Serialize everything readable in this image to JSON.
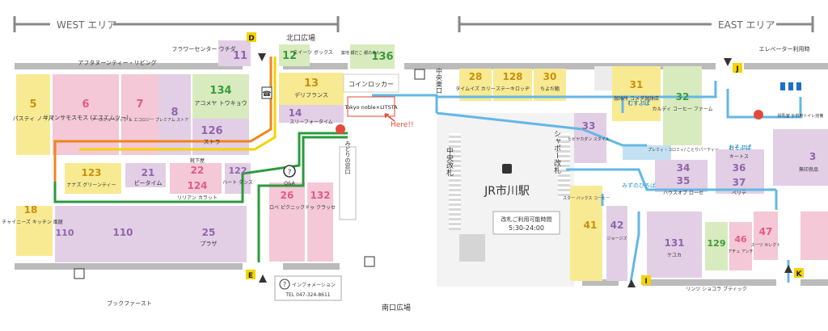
{
  "header": {
    "west": "WEST エリア",
    "east": "EAST エリア"
  },
  "places": {
    "north_plaza": "北口広場",
    "south_plaza": "南口広場",
    "coin_locker": "コインロッカー",
    "midori": "みどりの窓口",
    "central_east": "中央東口",
    "central_gate": "中央改札",
    "shabo": "シャポー改札",
    "station": "JR市川駅",
    "hours_label": "改札ご利用可能時間",
    "hours_value": "5:30-24:00",
    "elevator_note": "エレベーター利用時",
    "info": "インフォメーション",
    "tel": "TEL 047-324-8611",
    "qa": "Q&A",
    "musupa": "むすぷぱ",
    "osupa": "おそぷぱ",
    "misu": "みずのひろば",
    "restroom_note": "授乳室 子供用トイレ完備"
  },
  "callout": {
    "store": "Tokyo noble×LITSTA",
    "here": "Here!!"
  },
  "shops": [
    {
      "id": "s5",
      "num": "5",
      "name": "パスティ ノーパ"
    },
    {
      "id": "s6",
      "num": "6",
      "name": "サマンサモスモス (エスエムツー)"
    },
    {
      "id": "s7",
      "num": "7",
      "name": "アースミュージック ＆ エコロジー プレミアム ストア"
    },
    {
      "id": "s8",
      "num": "8",
      "name": ""
    },
    {
      "id": "s134",
      "num": "134",
      "name": "アコメヤ トウキョウ"
    },
    {
      "id": "s126",
      "num": "126",
      "name": "ストラ"
    },
    {
      "id": "s11",
      "num": "11",
      "name": "フラワーセンター ウチダ"
    },
    {
      "id": "s12",
      "num": "12",
      "name": "スイーツ ボックス"
    },
    {
      "id": "s136",
      "num": "136",
      "name": "築地 銀だこ 銀のあん"
    },
    {
      "id": "s13",
      "num": "13",
      "name": "デリフランス"
    },
    {
      "id": "s14",
      "num": "14",
      "name": "スリーフォータイム"
    },
    {
      "id": "s123",
      "num": "123",
      "name": "ナナズ グリーンティー"
    },
    {
      "id": "s21",
      "num": "21",
      "name": "ピータイム"
    },
    {
      "id": "s22",
      "num": "22",
      "name": "靴下屋"
    },
    {
      "id": "s124",
      "num": "124",
      "name": "リリアン カラット"
    },
    {
      "id": "s122",
      "num": "122",
      "name": "ハート ダンス"
    },
    {
      "id": "s18",
      "num": "18",
      "name": "チャイニーズ キッチン 風龍"
    },
    {
      "id": "s110a",
      "num": "110",
      "name": ""
    },
    {
      "id": "s110b",
      "num": "110",
      "name": ""
    },
    {
      "id": "s25",
      "num": "25",
      "name": "プラザ"
    },
    {
      "id": "s26",
      "num": "26",
      "name": "ロベ ピクニック"
    },
    {
      "id": "s132",
      "num": "132",
      "name": "ドゥ クラッセ"
    },
    {
      "id": "s28",
      "num": "28",
      "name": "タイムイズ カリー"
    },
    {
      "id": "s128",
      "num": "128",
      "name": "ステーキロッヂ"
    },
    {
      "id": "s30",
      "num": "30",
      "name": "ちよだ鮨"
    },
    {
      "id": "s31",
      "num": "31",
      "name": "珈琲所 コメダ珈琲店"
    },
    {
      "id": "s32",
      "num": "32",
      "name": "カルディ コーヒー ファーム"
    },
    {
      "id": "s33",
      "num": "33",
      "name": "ヒビヤカダン スタイル"
    },
    {
      "id": "s34",
      "num": "34",
      "name": "プレミィ・コロミィ/ ことりパーティー"
    },
    {
      "id": "s35",
      "num": "35",
      "name": "ハウスオブ ローゼ"
    },
    {
      "id": "s36",
      "num": "36",
      "name": "キートス"
    },
    {
      "id": "s37",
      "num": "37",
      "name": "ベリテ"
    },
    {
      "id": "s41",
      "num": "41",
      "name": "スター バックス コーヒー"
    },
    {
      "id": "s42",
      "num": "42",
      "name": "ジョージズ"
    },
    {
      "id": "s131",
      "num": "131",
      "name": "ケユカ"
    },
    {
      "id": "s129",
      "num": "129",
      "name": "リンツ ショコラ ブティック"
    },
    {
      "id": "s46",
      "num": "46",
      "name": "アチュ アンチ"
    },
    {
      "id": "s47",
      "num": "47",
      "name": "スーツ セレクト"
    },
    {
      "id": "s3x",
      "num": "3",
      "name": "無印良品"
    }
  ],
  "extra_labels": {
    "afternoon_tea": "アフタヌーンティー・リビング",
    "book_first": "ブックファースト"
  },
  "entrances": [
    "D",
    "E",
    "I",
    "J",
    "K"
  ],
  "colors": {
    "pink": "#f4c8d6",
    "pink_num": "#e05d86",
    "lavender": "#e2cfe6",
    "lav_num": "#9066a8",
    "yellow": "#f8ea92",
    "yellow_num": "#c9900c",
    "green": "#d8ebbe",
    "green_num": "#3d9a3d",
    "gray": "#ececec",
    "orange_route": "#f0841e",
    "yellow_route": "#f3d300",
    "green_route": "#2b9a3c",
    "blue_route": "#63b7e6"
  }
}
